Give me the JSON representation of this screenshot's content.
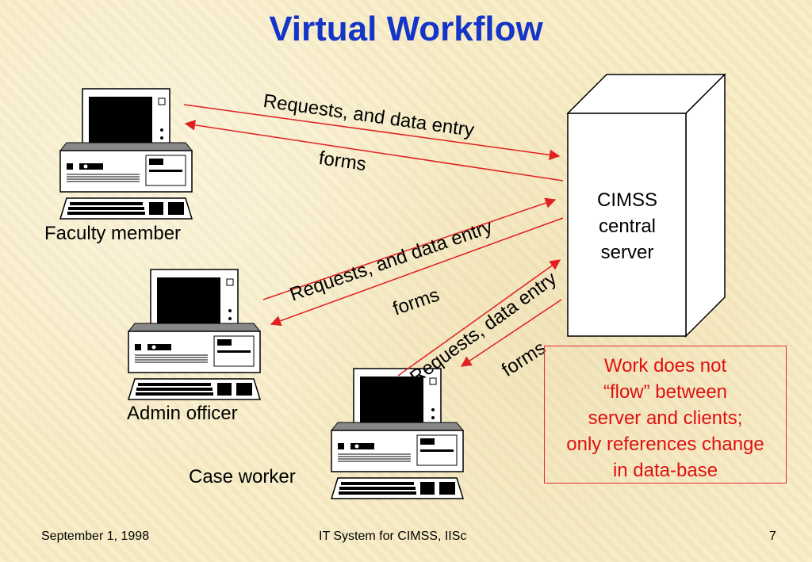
{
  "slide": {
    "title": "Virtual Workflow",
    "footer_date": "September 1, 1998",
    "footer_center": "IT System for CIMSS, IISc",
    "footer_page": "7"
  },
  "nodes": {
    "faculty": "Faculty member",
    "admin": "Admin officer",
    "case_worker": "Case worker",
    "server_line1": "CIMSS",
    "server_line2": "central",
    "server_line3": "server"
  },
  "arrows": {
    "faculty_request": "Requests, and data entry",
    "faculty_forms": "forms",
    "admin_request": "Requests, and data entry",
    "admin_forms": "forms",
    "case_request": "Requests, data entry",
    "case_forms": "forms"
  },
  "note": {
    "line1": "Work does not",
    "line2": "“flow” between",
    "line3": "server and clients;",
    "line4": "only references change",
    "line5": "in data-base"
  },
  "colors": {
    "title": "#1435c8",
    "arrow": "#e02020",
    "note_text": "#e01010"
  }
}
